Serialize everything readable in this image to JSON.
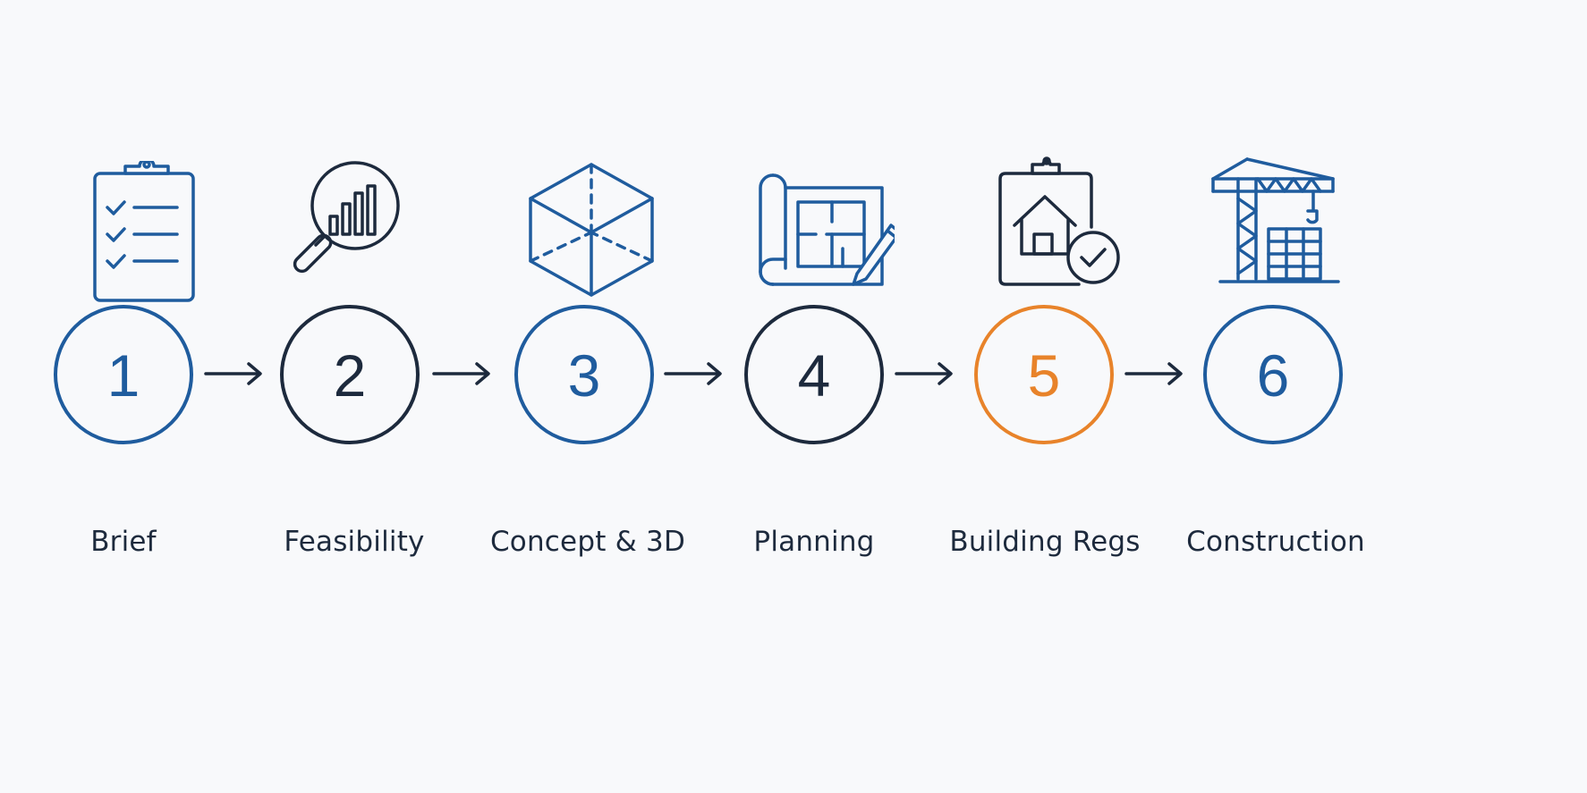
{
  "colors": {
    "blue": "#1f5c9e",
    "dark": "#1d2a3d",
    "orange": "#e8832a",
    "background": "#f8f9fb"
  },
  "steps": [
    {
      "number": "1",
      "label": "Brief",
      "icon": "clipboard-checklist-icon",
      "color": "blue"
    },
    {
      "number": "2",
      "label": "Feasibility",
      "icon": "magnifier-bar-chart-icon",
      "color": "dark"
    },
    {
      "number": "3",
      "label": "Concept & 3D",
      "icon": "cube-3d-icon",
      "color": "blue"
    },
    {
      "number": "4",
      "label": "Planning",
      "icon": "blueprint-pencil-icon",
      "color": "dark"
    },
    {
      "number": "5",
      "label": "Building Regs",
      "icon": "clipboard-house-check-icon",
      "color": "orange"
    },
    {
      "number": "6",
      "label": "Construction",
      "icon": "tower-crane-icon",
      "color": "blue"
    }
  ]
}
